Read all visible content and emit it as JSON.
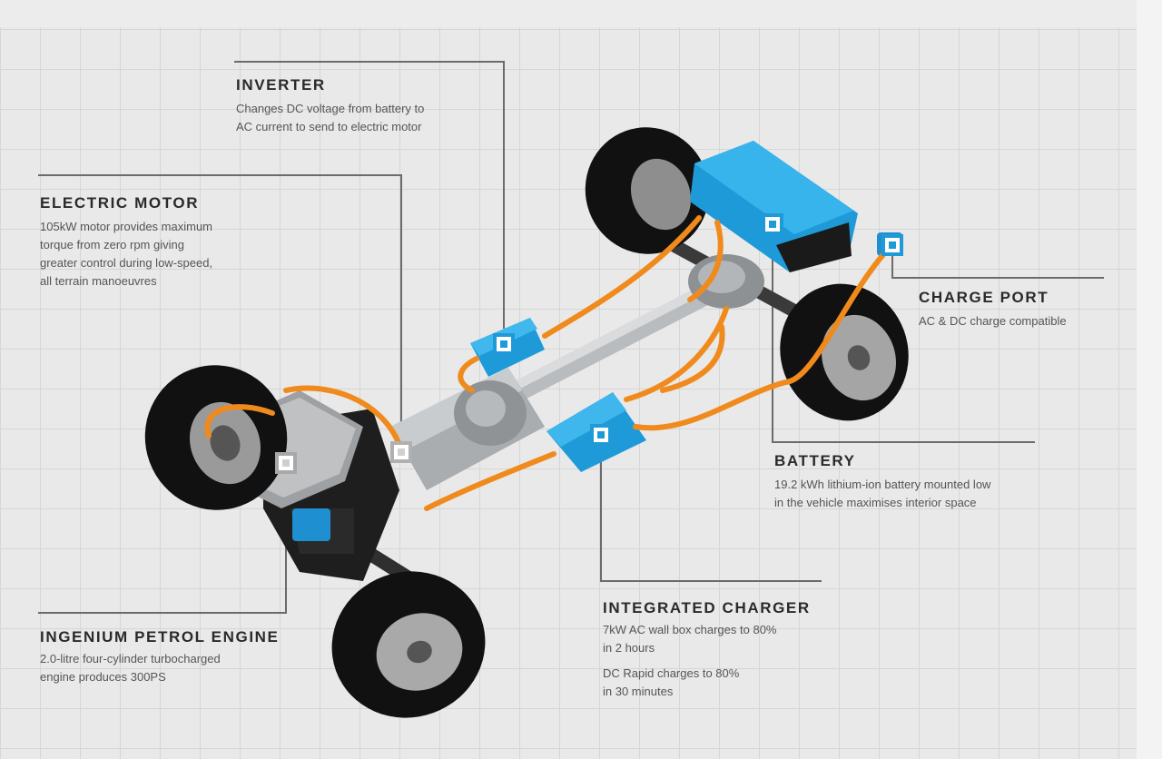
{
  "labels": {
    "inverter": {
      "title": "INVERTER",
      "lines": [
        "Changes DC voltage from battery to",
        "AC current to send to electric motor"
      ]
    },
    "electric_motor": {
      "title": "ELECTRIC MOTOR",
      "lines": [
        "105kW motor provides maximum",
        "torque from zero rpm giving",
        "greater control during low-speed,",
        "all terrain manoeuvres"
      ]
    },
    "charge_port": {
      "title": "CHARGE PORT",
      "lines": [
        "AC & DC charge compatible"
      ]
    },
    "battery": {
      "title": "BATTERY",
      "lines": [
        "19.2 kWh lithium-ion battery mounted low",
        "in the vehicle maximises interior space"
      ]
    },
    "integrated_charger": {
      "title": "INTEGRATED CHARGER",
      "lines": [
        "7kW AC wall box charges to 80%",
        "in 2 hours"
      ],
      "lines2": [
        "DC Rapid charges to 80%",
        "in 30 minutes"
      ]
    },
    "engine": {
      "title": "INGENIUM PETROL ENGINE",
      "lines": [
        "2.0-litre four-cylinder turbocharged",
        "engine produces 300PS"
      ]
    }
  },
  "colors": {
    "component_blue": "#1fa3e0",
    "cable_orange": "#f08a1c",
    "leader_line": "#6b6b6b",
    "background": "#e9e9e9"
  }
}
